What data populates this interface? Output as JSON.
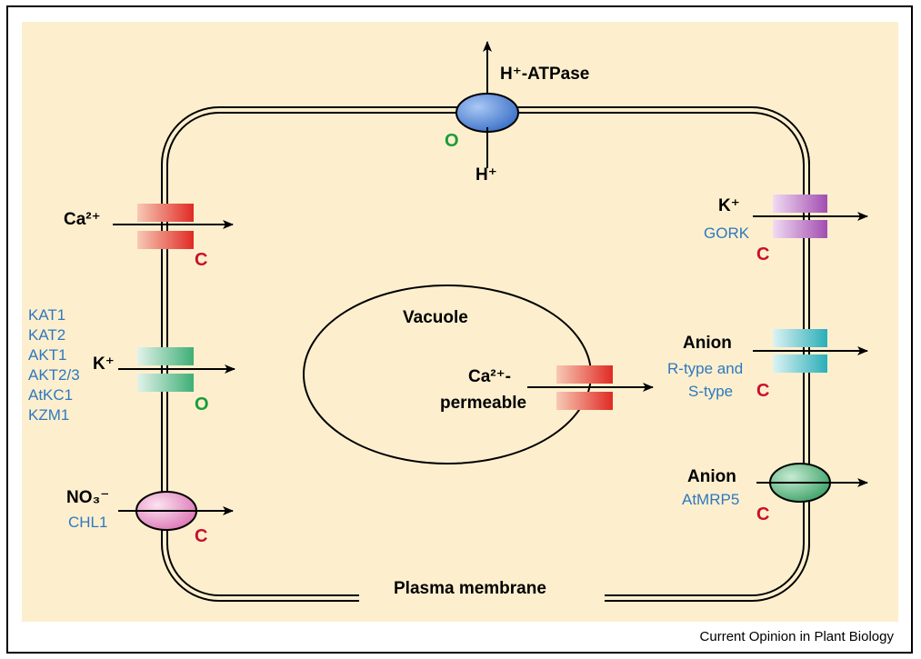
{
  "colors": {
    "background": "#fdefce",
    "label_blue": "#2e78bf",
    "closed_red": "#c8102e",
    "open_green": "#1a9b3a",
    "atpase_blue": "#4a7fcf",
    "ca_channel": "#e8473b",
    "k_in_channel": "#4fb88a",
    "k_out_channel": "#b066b8",
    "anion_channel": "#35b6c0",
    "atmrp5_green": "#4aaa6e",
    "chl1_pink": "#e78bc3"
  },
  "diagram": {
    "atpase_label": "H⁺-ATPase",
    "atpase_state": "O",
    "h_plus_in": "H⁺",
    "ca_label": "Ca²⁺",
    "ca_state": "C",
    "k_in_label": "K⁺",
    "k_in_state": "O",
    "k_in_genes": [
      "KAT1",
      "KAT2",
      "AKT1",
      "AKT2/3",
      "AtKC1",
      "KZM1"
    ],
    "no3_label": "NO₃⁻",
    "no3_gene": "CHL1",
    "no3_state": "C",
    "vacuole_label": "Vacuole",
    "vacuole_channel_label_1": "Ca²⁺-",
    "vacuole_channel_label_2": "permeable",
    "k_out_label": "K⁺",
    "k_out_gene": "GORK",
    "k_out_state": "C",
    "anion1_label": "Anion",
    "anion1_gene_1": "R-type and",
    "anion1_gene_2": "S-type",
    "anion1_state": "C",
    "anion2_label": "Anion",
    "anion2_gene": "AtMRP5",
    "anion2_state": "C",
    "membrane_label": "Plasma membrane"
  },
  "credit": "Current Opinion in Plant Biology"
}
